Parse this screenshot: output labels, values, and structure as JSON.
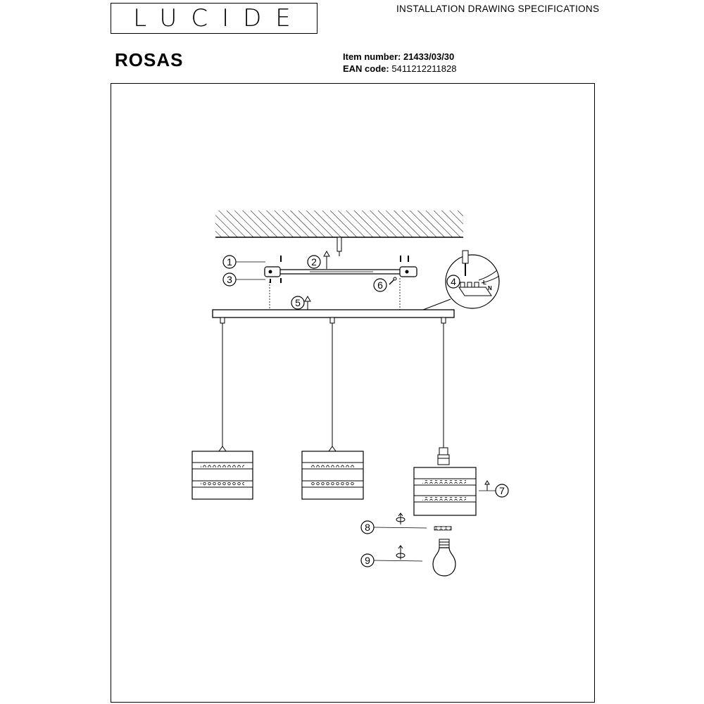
{
  "brand": {
    "logo_text": "LUCIDE"
  },
  "header": {
    "title": "INSTALLATION DRAWING SPECIFICATIONS"
  },
  "product": {
    "name": "ROSAS",
    "item_label": "Item number:",
    "item_value": "21433/03/30",
    "ean_label": "EAN code:",
    "ean_value": "5411212211828"
  },
  "callouts": [
    "1",
    "2",
    "3",
    "4",
    "5",
    "6",
    "7",
    "8",
    "9"
  ],
  "terminal_labels": {
    "earth": "",
    "live": "L",
    "neutral": "N"
  }
}
